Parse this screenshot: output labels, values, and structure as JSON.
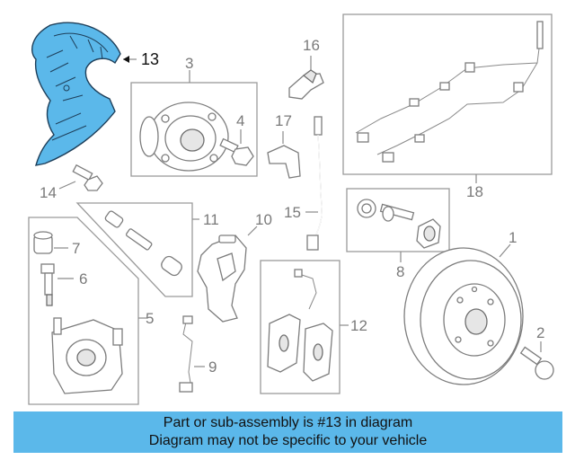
{
  "callouts": {
    "c1": "1",
    "c2": "2",
    "c3": "3",
    "c4": "4",
    "c5": "5",
    "c6": "6",
    "c7": "7",
    "c8": "8",
    "c9": "9",
    "c10": "10",
    "c11": "11",
    "c12": "12",
    "c13": "13",
    "c14": "14",
    "c15": "15",
    "c16": "16",
    "c17": "17",
    "c18": "18"
  },
  "highlight": {
    "part_number": "13",
    "color": "#5bb8ea"
  },
  "banner": {
    "line1": "Part or sub-assembly is #13 in diagram",
    "line2": "Diagram may not be specific to your vehicle",
    "background": "#5bb8ea"
  }
}
